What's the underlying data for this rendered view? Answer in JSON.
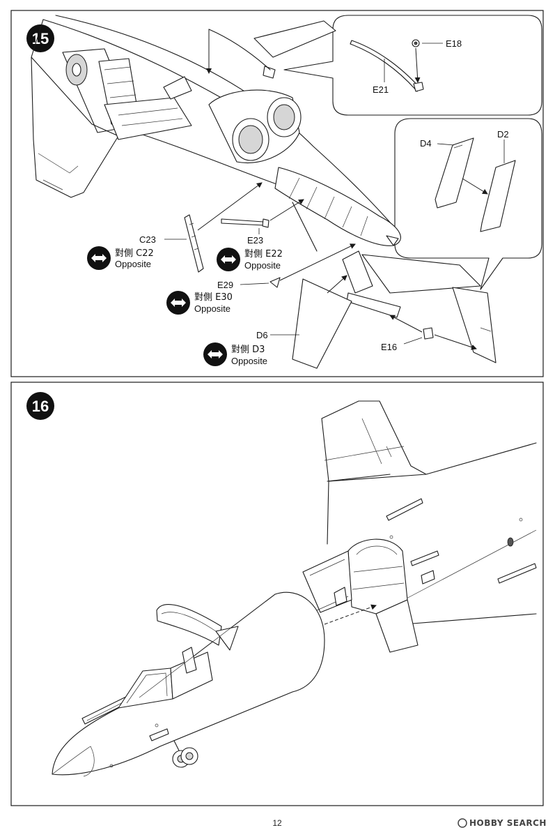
{
  "page_number": "12",
  "watermark": "HOBBY SEARCH",
  "step15": {
    "number": "15",
    "labels": {
      "e18": "E18",
      "e21": "E21",
      "d4": "D4",
      "d2": "D2",
      "c23": "C23",
      "e23": "E23",
      "e29": "E29",
      "d6": "D6",
      "e16": "E16"
    },
    "opposites": [
      {
        "cn": "對側 C22",
        "en": "Opposite"
      },
      {
        "cn": "對側 E22",
        "en": "Opposite"
      },
      {
        "cn": "對側 E30",
        "en": "Opposite"
      },
      {
        "cn": "對側 D3",
        "en": "Opposite"
      }
    ]
  },
  "step16": {
    "number": "16"
  },
  "icons": {
    "opposite": "opposite-icon",
    "step_badge": "step-badge-icon"
  }
}
